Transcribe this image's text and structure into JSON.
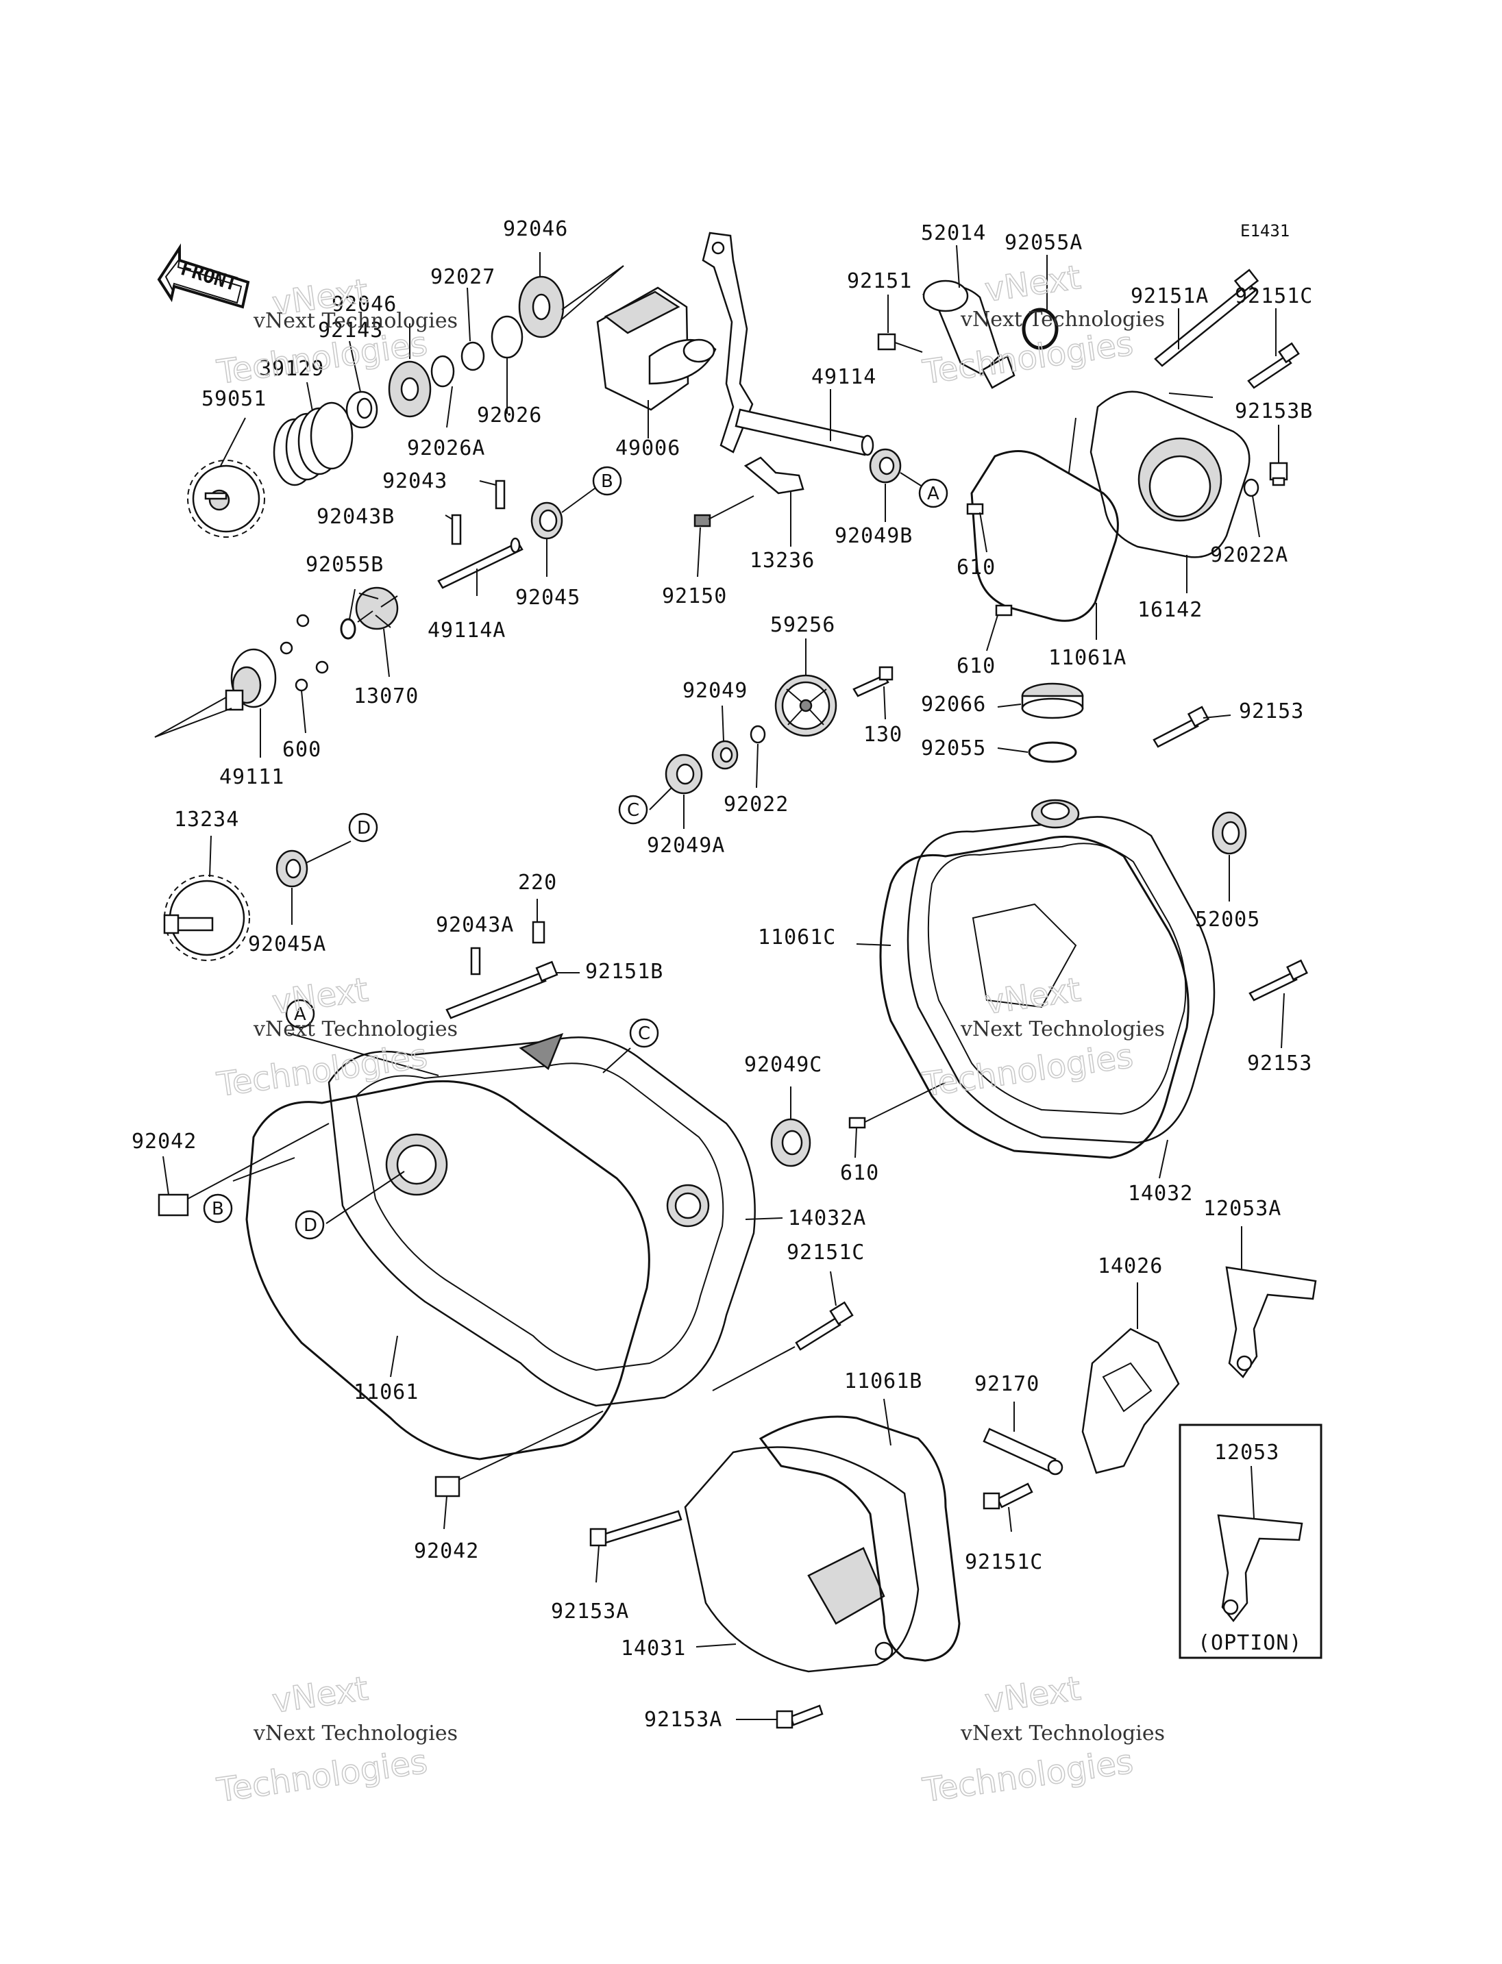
{
  "diagram": {
    "code": "E1431",
    "front_label": "FRONT",
    "option_label": "(OPTION)",
    "watermark_line1": "vNext Technologies",
    "watermark_line2": "vNext",
    "watermark_line3": "Technologies",
    "callouts": {
      "A": "A",
      "B": "B",
      "C": "C",
      "D": "D"
    },
    "parts": [
      "92046",
      "92027",
      "92046",
      "92143",
      "39129",
      "59051",
      "92026",
      "92026A",
      "49006",
      "49114",
      "52014",
      "92055A",
      "92151",
      "92151A",
      "92151C",
      "92153B",
      "92043",
      "92043B",
      "92045",
      "49114A",
      "92055B",
      "13070",
      "600",
      "49111",
      "13236",
      "92049B",
      "92150",
      "610",
      "610",
      "16142",
      "92022A",
      "11061A",
      "59256",
      "130",
      "92049",
      "92022",
      "92049A",
      "92066",
      "92055",
      "92153",
      "13234",
      "92045A",
      "220",
      "92043A",
      "92151B",
      "52005",
      "11061C",
      "92153",
      "92049C",
      "610",
      "14032",
      "92042",
      "14032A",
      "92151C",
      "12053A",
      "14026",
      "11061",
      "11061B",
      "92170",
      "12053",
      "92151C",
      "92042",
      "92153A",
      "14031",
      "92153A"
    ]
  }
}
